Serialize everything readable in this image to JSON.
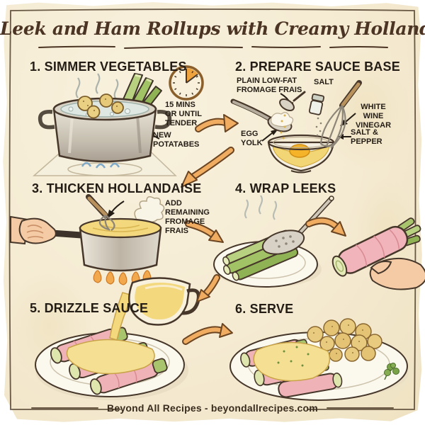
{
  "title": "Leek and Ham Rollups with Creamy Hollandaise",
  "steps": [
    {
      "heading": "1. SIMMER VEGETABLES",
      "timer_note": "15 MINS\nOR UNTIL\nTENDER",
      "ingredient_note": "NEW\nPOTATABES"
    },
    {
      "heading": "2. PREPARE SAUCE BASE",
      "labels": {
        "fromage_frais": "PLAIN LOW-FAT\nFROMAGE FRAIS",
        "salt": "SALT",
        "vinegar": "WHITE WINE\nVINEGAR",
        "egg_yolk": "EGG\nYOLK",
        "salt_pepper": "SALT &\nPEPPER"
      }
    },
    {
      "heading": "3. THICKEN HOLLANDAISE",
      "labels": {
        "add_fromage": "ADD\nREMAINING\nFROMAGE\nFRAIS"
      }
    },
    {
      "heading": "4. WRAP LEEKS"
    },
    {
      "heading": "5. DRIZZLE SAUCE"
    },
    {
      "heading": "6. SERVE"
    }
  ],
  "footer": "Beyond All Recipes - beyondallrecipes.com",
  "icons": {
    "timer": "clock-quarter-wedge",
    "flow_arrows": "curved-orange-arrow",
    "label_arrows": "thin-black-arrow"
  },
  "colors": {
    "paper": "#f6edd6",
    "ink": "#241d16",
    "title_brown": "#4b3423",
    "arrow_orange": "#f0ad62",
    "sauce_yellow": "#f2d574",
    "leek_green": "#a8c46d",
    "ham_pink": "#eeb2b7",
    "metal_gray": "#c9c2b4",
    "flame_blue": "#7fa9c9",
    "flame_orange": "#f2a94e"
  }
}
